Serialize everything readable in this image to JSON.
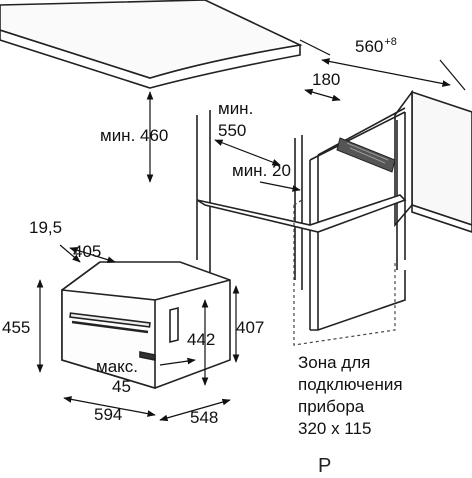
{
  "dimensions": {
    "niche_width": "560",
    "niche_width_tolerance": "+8",
    "rear_gap": "180",
    "min_550_prefix": "мин.",
    "min_550_value": "550",
    "min_460": "мин. 460",
    "min_20": "мин. 20",
    "depth_19_5": "19,5",
    "depth_405": "405",
    "height_455": "455",
    "height_442": "442",
    "height_407": "407",
    "max_45_prefix": "макс.",
    "max_45_value": "45",
    "width_594": "594",
    "width_548": "548"
  },
  "connection_zone": {
    "line1": "Зона для",
    "line2": "подключения",
    "line3": "прибора",
    "line4": "320 x 115"
  },
  "footer": {
    "text": "P"
  }
}
